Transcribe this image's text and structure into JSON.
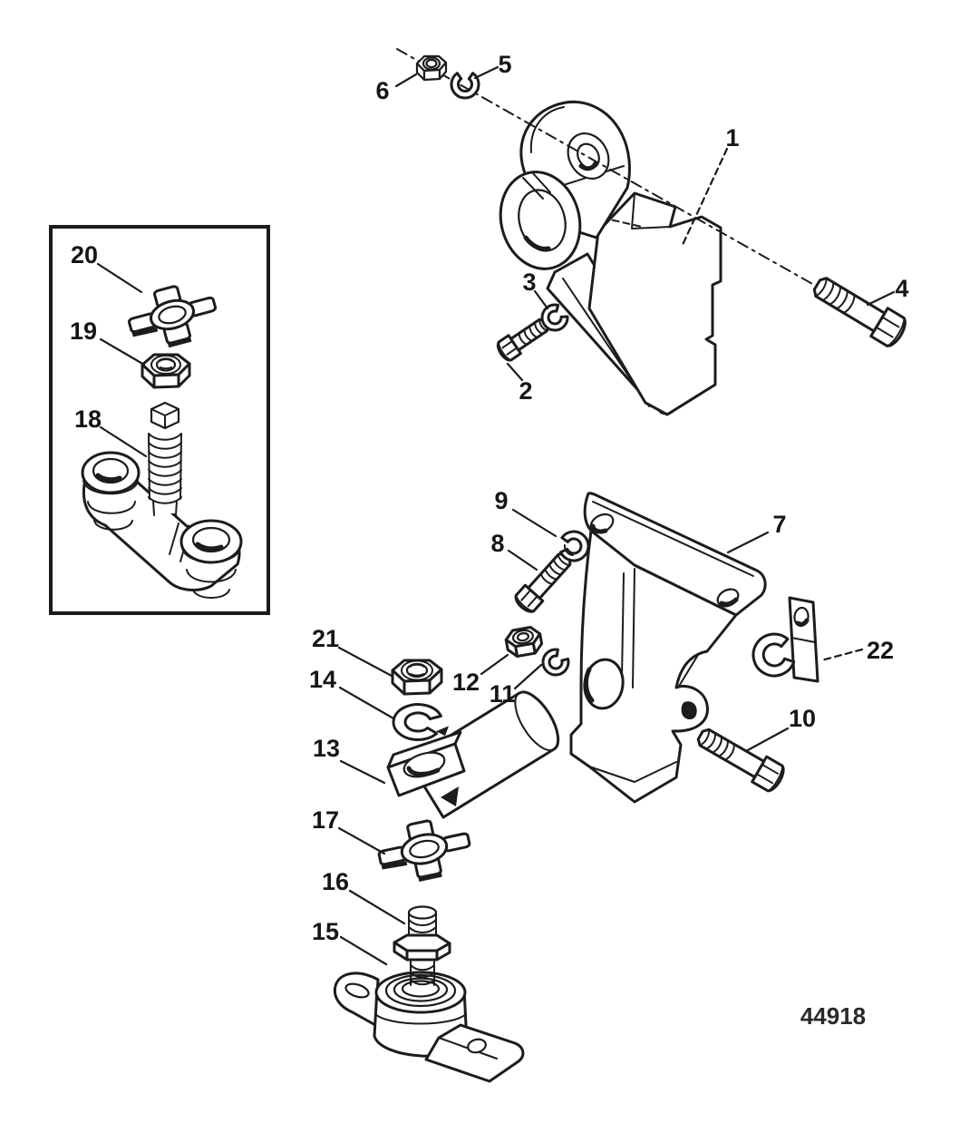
{
  "figure": {
    "number": "44918",
    "ink_color": "#1c1c1c",
    "background_color": "#ffffff"
  },
  "callouts": [
    {
      "label": "1"
    },
    {
      "label": "2"
    },
    {
      "label": "3"
    },
    {
      "label": "4"
    },
    {
      "label": "5"
    },
    {
      "label": "6"
    },
    {
      "label": "7"
    },
    {
      "label": "8"
    },
    {
      "label": "9"
    },
    {
      "label": "10"
    },
    {
      "label": "11"
    },
    {
      "label": "12"
    },
    {
      "label": "13"
    },
    {
      "label": "14"
    },
    {
      "label": "15"
    },
    {
      "label": "16"
    },
    {
      "label": "17"
    },
    {
      "label": "18"
    },
    {
      "label": "19"
    },
    {
      "label": "20"
    },
    {
      "label": "21"
    },
    {
      "label": "22"
    }
  ]
}
